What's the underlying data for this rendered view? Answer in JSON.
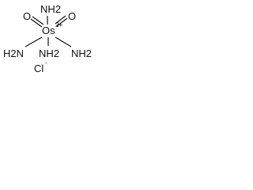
{
  "molecule": {
    "metal": {
      "symbol": "Os",
      "charge": "2+"
    },
    "oxo_ligands": [
      {
        "symbol": "O"
      },
      {
        "symbol": "O"
      }
    ],
    "ammine_ligands": [
      {
        "label": "NH2"
      },
      {
        "label": "H2N"
      },
      {
        "label": "NH2"
      },
      {
        "label": "NH2"
      }
    ],
    "counter_ion": {
      "symbol": "Cl",
      "charge": "-"
    }
  },
  "colors": {
    "ink": "#111111",
    "background": "#ffffff"
  }
}
